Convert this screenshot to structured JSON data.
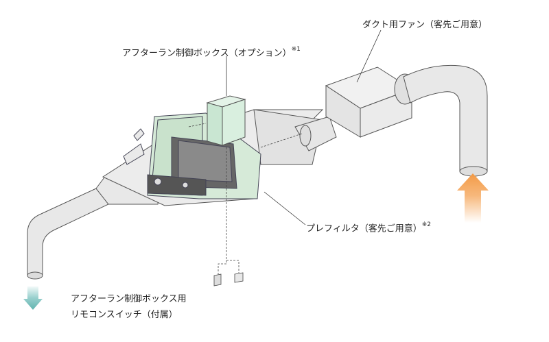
{
  "labels": {
    "afterrun_box": "アフターラン制御ボックス（オプション）",
    "afterrun_box_note": "※1",
    "duct_fan": "ダクト用ファン（客先ご用意）",
    "prefilter": "プレフィルタ（客先ご用意）",
    "prefilter_note": "※2",
    "remote_line1": "アフターラン制御ボックス用",
    "remote_line2": "リモコンスイッチ（付属）"
  },
  "colors": {
    "duct_fill": "#e8e8e8",
    "duct_stroke": "#555555",
    "unit_fill": "#d6ead8",
    "box_fill": "#d9efdf",
    "inlet_arrow": "#f5a65b",
    "outlet_arrow": "#7cc3c0"
  }
}
